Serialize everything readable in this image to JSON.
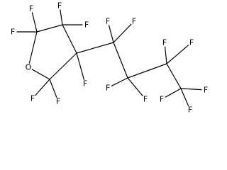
{
  "diagram": {
    "atoms": [
      {
        "id": "c2",
        "symbol": ""
      },
      {
        "id": "c3",
        "symbol": ""
      },
      {
        "id": "c4",
        "symbol": ""
      },
      {
        "id": "c5",
        "symbol": ""
      },
      {
        "id": "o1",
        "symbol": "O"
      },
      {
        "id": "ca",
        "symbol": ""
      },
      {
        "id": "cb",
        "symbol": ""
      },
      {
        "id": "cc",
        "symbol": ""
      },
      {
        "id": "cd",
        "symbol": ""
      },
      {
        "id": "f1",
        "symbol": "F"
      },
      {
        "id": "f2",
        "symbol": "F"
      },
      {
        "id": "f3",
        "symbol": "F"
      },
      {
        "id": "f4",
        "symbol": "F"
      },
      {
        "id": "f5",
        "symbol": "F"
      },
      {
        "id": "f6",
        "symbol": "F"
      },
      {
        "id": "f7",
        "symbol": "F"
      },
      {
        "id": "f8",
        "symbol": "F"
      },
      {
        "id": "f9",
        "symbol": "F"
      },
      {
        "id": "f10",
        "symbol": "F"
      },
      {
        "id": "f11",
        "symbol": "F"
      },
      {
        "id": "f12",
        "symbol": "F"
      },
      {
        "id": "f13",
        "symbol": "F"
      },
      {
        "id": "f14",
        "symbol": "F"
      },
      {
        "id": "f15",
        "symbol": "F"
      },
      {
        "id": "f16",
        "symbol": "F"
      }
    ],
    "bonds": [
      [
        "o1",
        "c2"
      ],
      [
        "c2",
        "c3"
      ],
      [
        "c3",
        "c4"
      ],
      [
        "c4",
        "c5"
      ],
      [
        "c5",
        "o1"
      ],
      [
        "c4",
        "ca"
      ],
      [
        "ca",
        "cb"
      ],
      [
        "cb",
        "cc"
      ],
      [
        "cc",
        "cd"
      ],
      [
        "c2",
        "f1"
      ],
      [
        "c2",
        "f2"
      ],
      [
        "c3",
        "f3"
      ],
      [
        "c3",
        "f4"
      ],
      [
        "c4",
        "f5"
      ],
      [
        "c5",
        "f6"
      ],
      [
        "c5",
        "f7"
      ],
      [
        "ca",
        "f8"
      ],
      [
        "ca",
        "f9"
      ],
      [
        "cb",
        "f10"
      ],
      [
        "cb",
        "f11"
      ],
      [
        "cc",
        "f12"
      ],
      [
        "cc",
        "f13"
      ],
      [
        "cd",
        "f14"
      ],
      [
        "cd",
        "f15"
      ],
      [
        "cd",
        "f16"
      ]
    ]
  }
}
